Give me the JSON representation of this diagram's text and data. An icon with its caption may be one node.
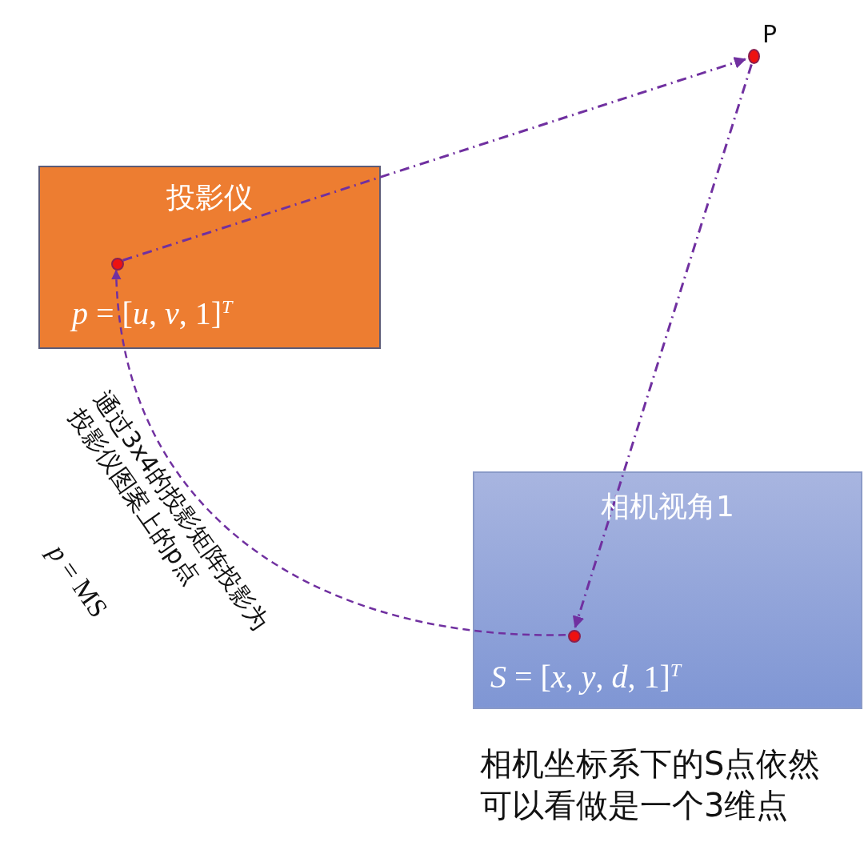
{
  "diagram": {
    "nodes": [
      {
        "text": [
          "投影仪",
          "*p* = [*u*, *v*, 1]$^{T}$"
        ]
      },
      {
        "text": [],
        "shape": "circle",
        "in": 0
      },
      {
        "text": [],
        "shape": "circle",
        "beside": [
          "P"
        ]
      },
      {
        "text": [
          "相机视角1",
          "*S* = [*x*, *y*, *d*, 1]$^{T}$"
        ]
      },
      {
        "text": [],
        "shape": "circle",
        "in": 3
      }
    ],
    "edges": [
      {
        "from": 1,
        "to": 2,
        "arrow": "to"
      },
      {
        "from": 2,
        "to": 4,
        "arrow": "to"
      },
      {
        "from": 4,
        "to": 1,
        "arrow": "to",
        "style": "dashed"
      }
    ],
    "labels": [
      "通过3x4的投影矩阵投影为投影仪图案上的p点",
      "*p* = MS",
      "相机坐标系下的S点依然可以看做是一个3维点"
    ]
  }
}
